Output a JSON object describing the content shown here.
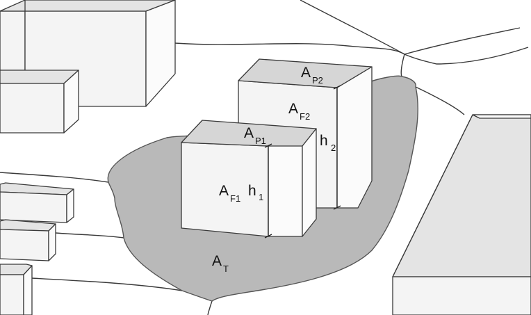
{
  "labels": {
    "roof_1": {
      "main": "A",
      "sub": "P1"
    },
    "roof_2": {
      "main": "A",
      "sub": "P2"
    },
    "facade_1": {
      "main": "A",
      "sub": "F1"
    },
    "facade_2": {
      "main": "A",
      "sub": "F2"
    },
    "height_1": {
      "main": "h",
      "sub": "1"
    },
    "height_2": {
      "main": "h",
      "sub": "2"
    },
    "terrain": {
      "main": "A",
      "sub": "T"
    }
  },
  "colors": {
    "background": "#ffffff",
    "stroke": "#3a3a3a",
    "building_front": "#f4f4f4",
    "building_side": "#fbfbfb",
    "building_top": "#d6d6d6",
    "terrain_fill": "#b9b9b9",
    "terrain_stroke": "#555555"
  }
}
